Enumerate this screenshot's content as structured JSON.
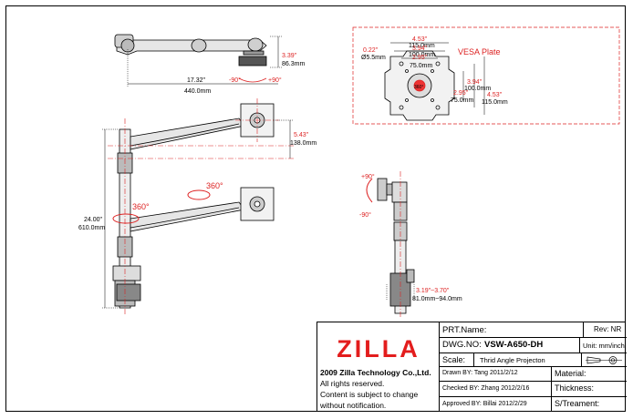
{
  "dims": {
    "top_width_in": "17.32\"",
    "top_width_mm": "440.0mm",
    "top_height_in": "3.39\"",
    "top_height_mm": "86.3mm",
    "top_tilt_left": "-90°",
    "top_tilt_right": "+90°",
    "front_arm_gap_in": "5.43\"",
    "front_arm_gap_mm": "138.0mm",
    "pole_height_in": "24.00\"",
    "pole_height_mm": "610.0mm",
    "rotate_a": "360°",
    "rotate_b": "360°",
    "side_tilt_up": "+90°",
    "side_tilt_down": "-90°",
    "clamp_in": "3.19\"~3.70\"",
    "clamp_mm": "81.0mm~94.0mm"
  },
  "vesa": {
    "title": "VESA Plate",
    "w_outer_in": "4.53\"",
    "w_outer_mm": "115.0mm",
    "w_mid_in": "3.94\"",
    "w_mid_mm": "100.0mm",
    "w_inner_in": "2.95\"",
    "w_inner_mm": "75.0mm",
    "hole_in": "0.22\"",
    "hole_mm": "Ø5.5mm",
    "h_mid_in": "3.94\"",
    "h_mid_mm": "100.0mm",
    "h_inner_in": "2.95\"",
    "h_inner_mm": "75.0mm",
    "h_outer_in": "4.53\"",
    "h_outer_mm": "115.0mm",
    "center_label": "360°"
  },
  "title_block": {
    "logo": "ZILLA",
    "company": "2009 Zilla Technology Co.,Ltd.",
    "note1": "All rights reserved.",
    "note2": "Content is subject to change",
    "note3": "without notification.",
    "prt_name": "PRT.Name:",
    "rev": "Rev:  NR",
    "dwg_label": "DWG.NO:",
    "dwg_value": "VSW-A650-DH",
    "unit": "Unit: mm/inch",
    "scale": "Scale:",
    "projection": "Thrid Angle Projecton",
    "drawn": "Drawn BY:  Tang  2011/2/12",
    "material": "Material:",
    "checked": "Checked BY:  Zhang  2012/2/16",
    "thickness": "Thickness:",
    "approved": "Approved BY:  Billai  2012/2/29",
    "treatment": "S/Treament:"
  }
}
